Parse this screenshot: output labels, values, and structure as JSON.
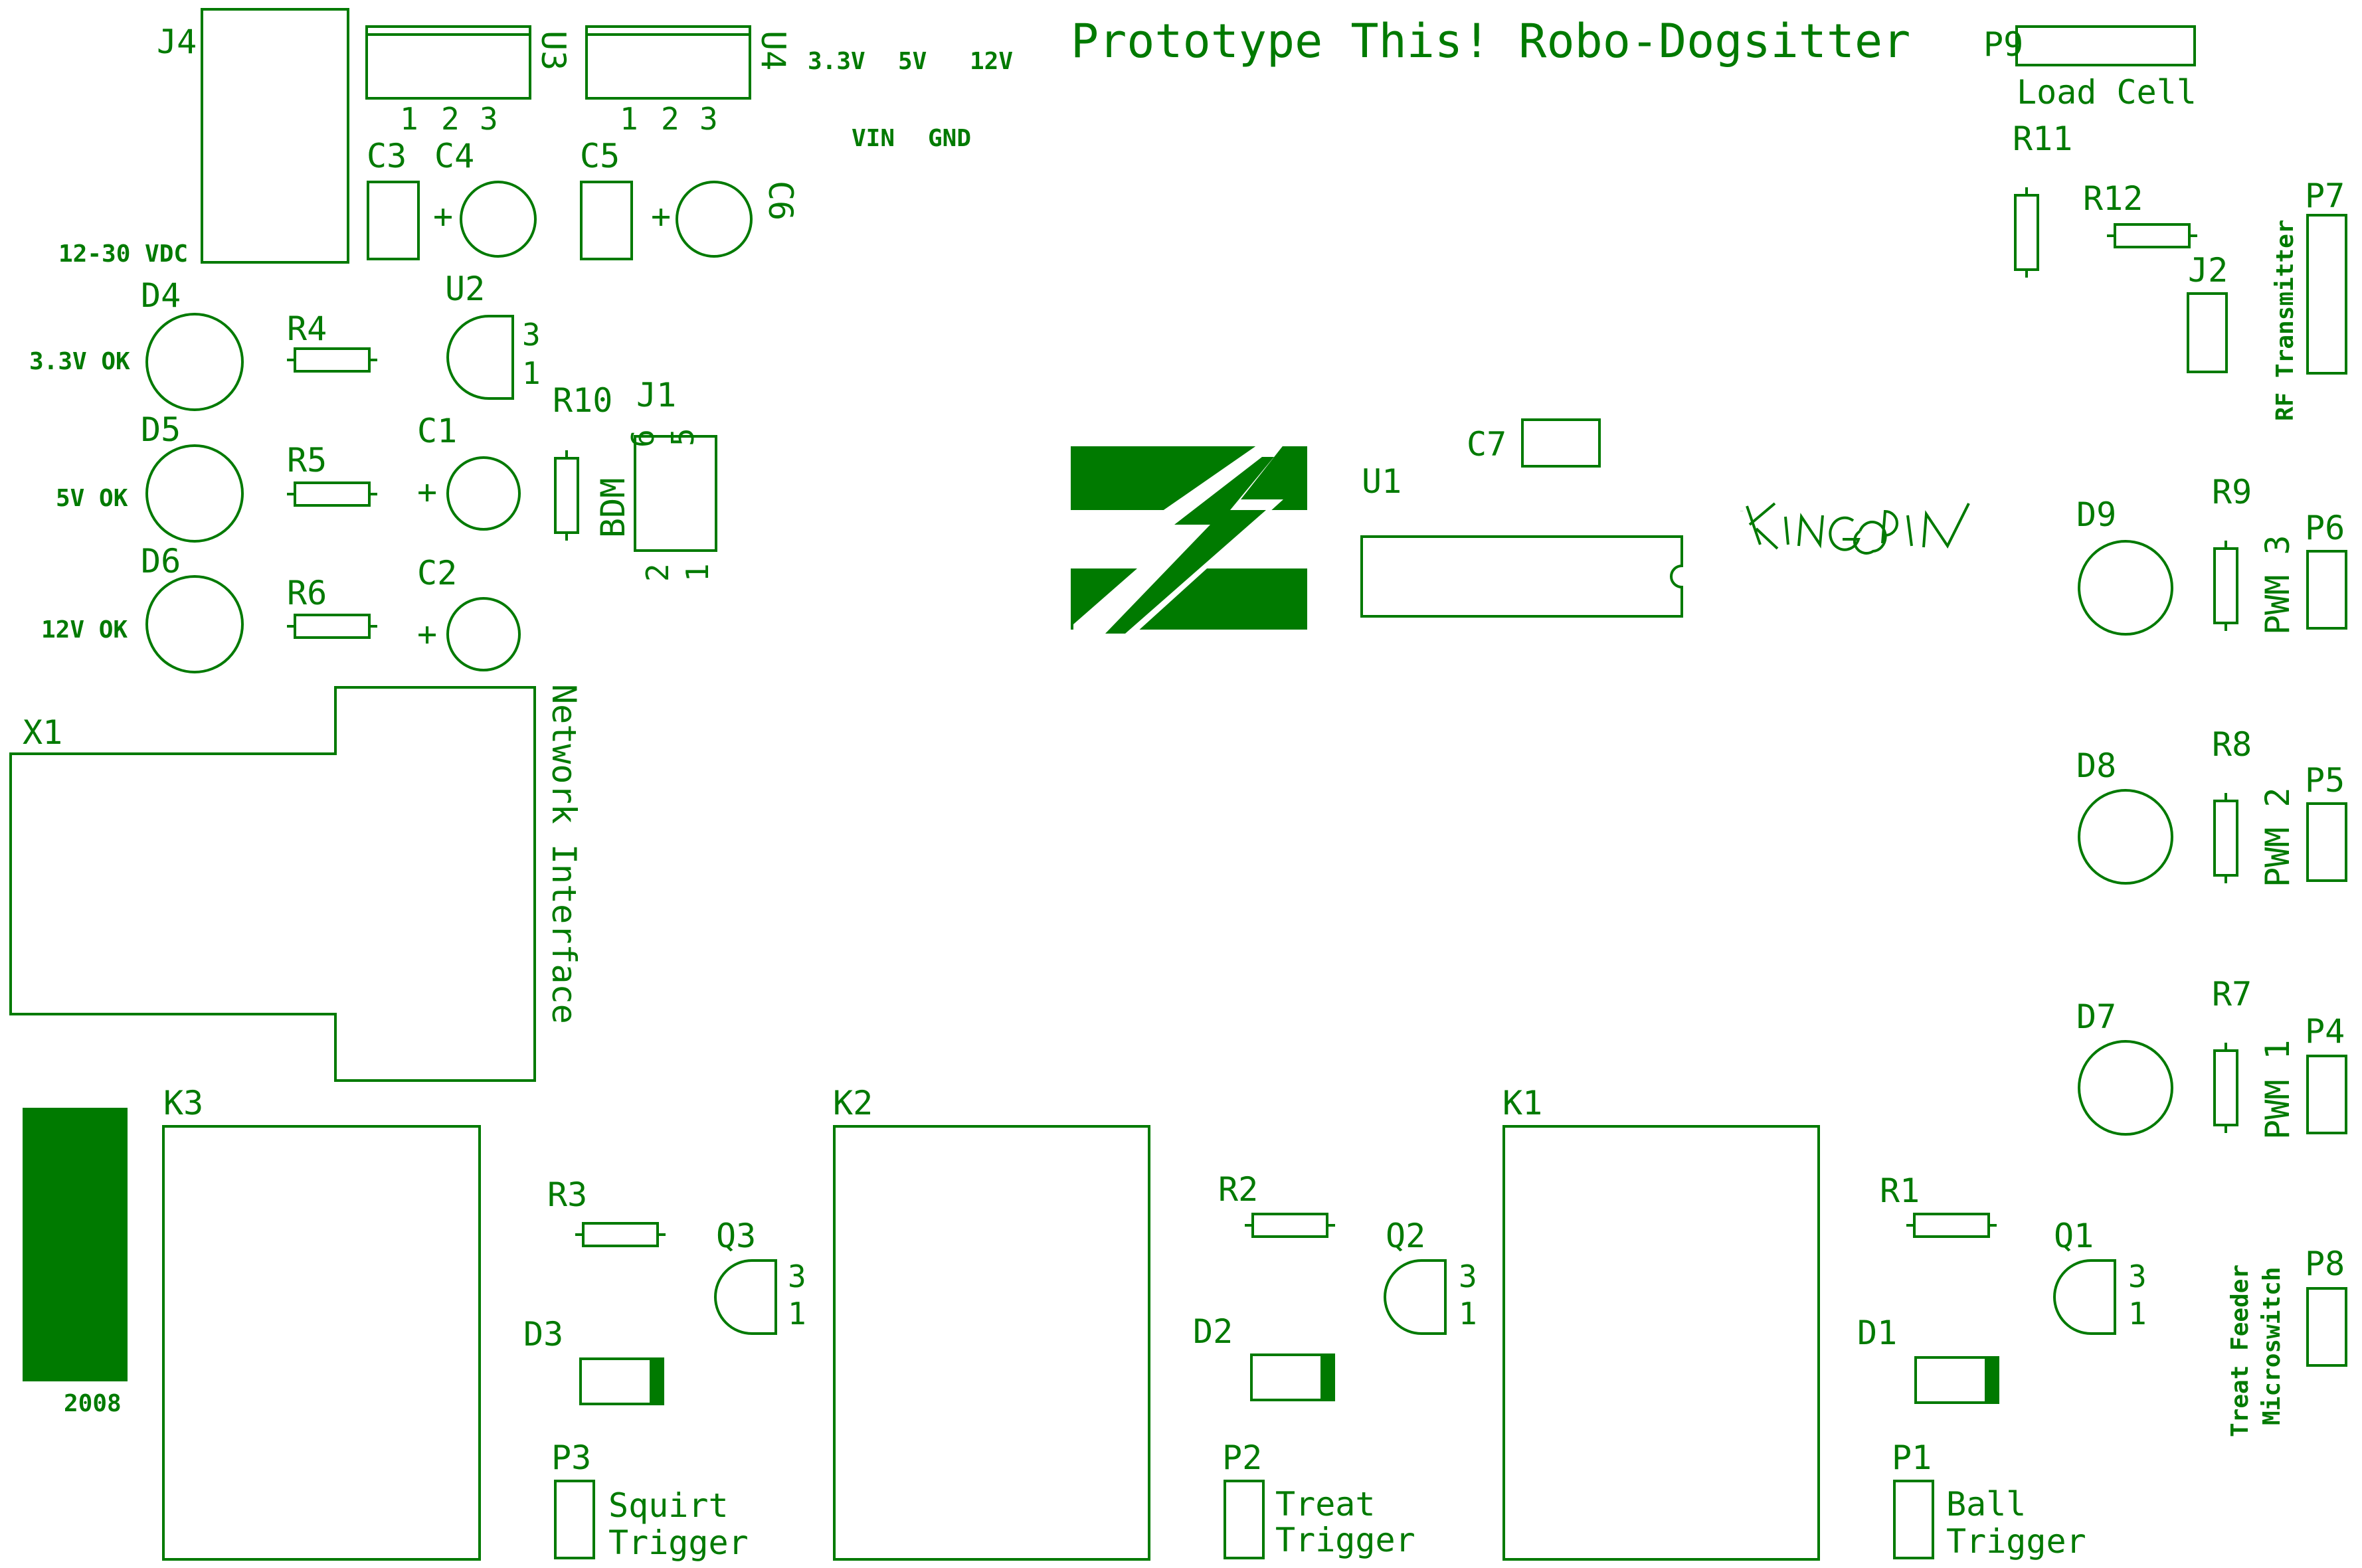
{
  "title": "Prototype This! Robo-Dogsitter",
  "year": "2008",
  "logo_text": "KINGPIN",
  "colors": {
    "silk": "#007a00",
    "board": "#ffffff"
  },
  "power": {
    "input_label": "12-30 VDC",
    "rails": [
      "3.3V",
      "5V",
      "12V"
    ],
    "pins": [
      "VIN",
      "GND"
    ]
  },
  "refs": {
    "J4": "J4",
    "U3": "U3",
    "U4": "U4",
    "U2": "U2",
    "U1": "U1",
    "C1": "C1",
    "C2": "C2",
    "C3": "C3",
    "C4": "C4",
    "C5": "C5",
    "C6": "C6",
    "C7": "C7",
    "D1": "D1",
    "D2": "D2",
    "D3": "D3",
    "D4": "D4",
    "D5": "D5",
    "D6": "D6",
    "D7": "D7",
    "D8": "D8",
    "D9": "D9",
    "R1": "R1",
    "R2": "R2",
    "R3": "R3",
    "R4": "R4",
    "R5": "R5",
    "R6": "R6",
    "R7": "R7",
    "R8": "R8",
    "R9": "R9",
    "R10": "R10",
    "R11": "R11",
    "R12": "R12",
    "J1": "J1",
    "J2": "J2",
    "X1": "X1",
    "K1": "K1",
    "K2": "K2",
    "K3": "K3",
    "Q1": "Q1",
    "Q2": "Q2",
    "Q3": "Q3",
    "P1": "P1",
    "P2": "P2",
    "P3": "P3",
    "P4": "P4",
    "P5": "P5",
    "P6": "P6",
    "P7": "P7",
    "P8": "P8",
    "P9": "P9"
  },
  "labels": {
    "led_3v3": "3.3V OK",
    "led_5v": "5V OK",
    "led_12v": "12V OK",
    "bdm": "BDM",
    "network": "Network Interface",
    "load_cell": "Load Cell",
    "rf": "RF Transmitter",
    "pwm3": "PWM 3",
    "pwm2": "PWM 2",
    "pwm1": "PWM 1",
    "treat_feeder": "Treat Feeder",
    "microswitch": "Microswitch",
    "squirt": "Squirt",
    "treat": "Treat",
    "ball": "Ball",
    "trigger": "Trigger"
  },
  "pin_numbers": {
    "one": "1",
    "two": "2",
    "three": "3",
    "five": "5",
    "six": "6",
    "plus": "+"
  }
}
